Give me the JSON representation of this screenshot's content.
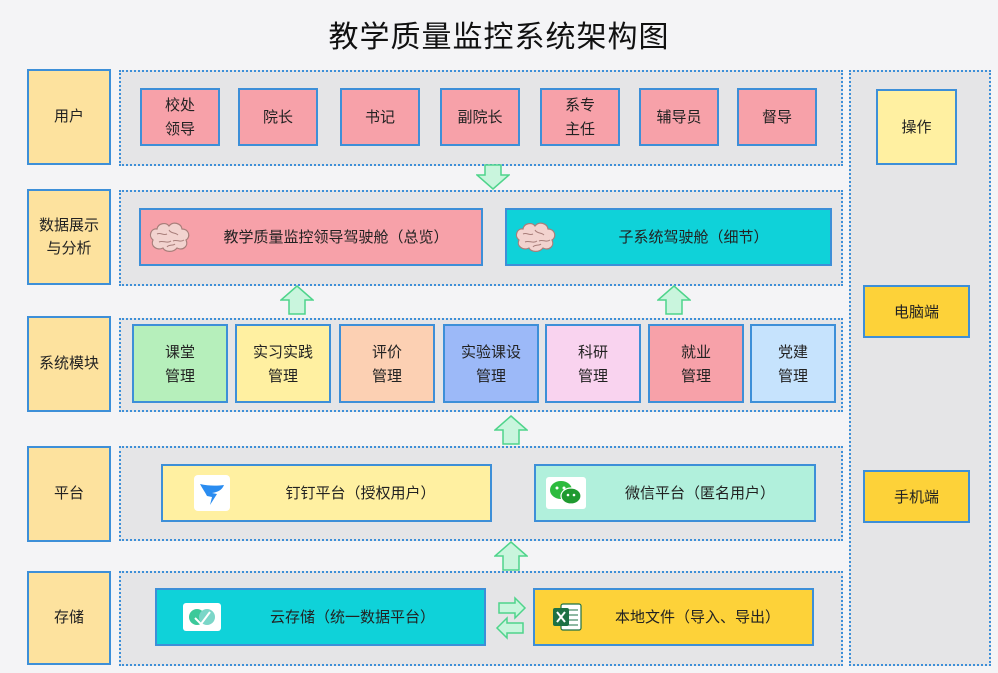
{
  "title": "教学质量监控系统架构图",
  "rows": {
    "user": "用户",
    "display": "数据展示\n与分析",
    "modules": "系统模块",
    "platform": "平台",
    "storage": "存储"
  },
  "users": [
    "校处\n领导",
    "院长",
    "书记",
    "副院长",
    "系专\n主任",
    "辅导员",
    "督导"
  ],
  "display": {
    "leader_cockpit": "教学质量监控领导驾驶舱（总览）",
    "sub_cockpit": "子系统驾驶舱（细节）"
  },
  "modules": [
    "课堂\n管理",
    "实习实践\n管理",
    "评价\n管理",
    "实验课设\n管理",
    "科研\n管理",
    "就业\n管理",
    "党建\n管理"
  ],
  "platform": {
    "dingtalk": "钉钉平台（授权用户）",
    "wechat": "微信平台（匿名用户）"
  },
  "storage": {
    "cloud": "云存储（统一数据平台）",
    "local": "本地文件（导入、导出）"
  },
  "operation": {
    "title": "操作",
    "pc": "电脑端",
    "mobile": "手机端"
  },
  "icons": {
    "display": "brain-icon",
    "dingtalk": "dingtalk-icon",
    "wechat": "wechat-icon",
    "cloud": "cloud-storage-icon",
    "excel": "excel-icon",
    "flow": "up-arrow-icon",
    "sync": "bidirectional-arrow-icon"
  },
  "colors": {
    "border": "#3d8fd8",
    "row_label": "#fde29e",
    "pink": "#f7a1a9",
    "cyan": "#0fd2d9",
    "green": "#b6efbb",
    "yellow": "#fff0a1",
    "peach": "#fcd0b3",
    "blue": "#9cb9f8",
    "lavender": "#f9d3ef",
    "light_blue": "#c6e3fd",
    "mint": "#b1f0dc",
    "gold": "#fdd239"
  }
}
